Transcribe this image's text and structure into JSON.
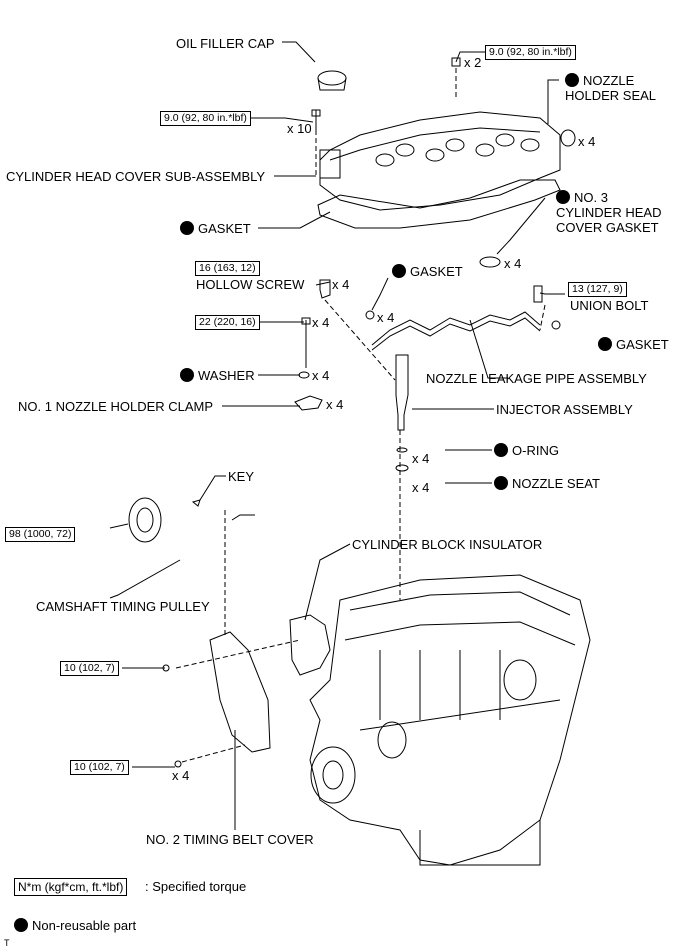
{
  "labels": {
    "oil_filler_cap": "OIL FILLER CAP",
    "nozzle_holder_seal": "NOZZLE HOLDER SEAL",
    "cyl_head_cover": "CYLINDER HEAD COVER SUB-ASSEMBLY",
    "gasket_top": "GASKET",
    "no3_gasket": "NO. 3 CYLINDER HEAD COVER GASKET",
    "gasket_mid": "GASKET",
    "hollow_screw": "HOLLOW SCREW",
    "union_bolt": "UNION BOLT",
    "gasket_right": "GASKET",
    "washer": "WASHER",
    "nozzle_leakage_pipe": "NOZZLE LEAKAGE PIPE ASSEMBLY",
    "no1_clamp": "NO. 1 NOZZLE HOLDER CLAMP",
    "injector": "INJECTOR ASSEMBLY",
    "o_ring": "O-RING",
    "nozzle_seat": "NOZZLE SEAT",
    "key": "KEY",
    "cyl_block_insulator": "CYLINDER BLOCK INSULATOR",
    "camshaft_pulley": "CAMSHAFT TIMING PULLEY",
    "no2_timing_cover": "NO. 2 TIMING BELT COVER"
  },
  "torques": {
    "t_top_right": "9.0 (92, 80 in.*lbf)",
    "t_head_bolt": "9.0 (92, 80 in.*lbf)",
    "t_hollow": "16 (163, 12)",
    "t_union": "13 (127, 9)",
    "t_clamp_bolt": "22 (220, 16)",
    "t_pulley": "98 (1000, 72)",
    "t_cover1": "10 (102, 7)",
    "t_cover2": "10 (102, 7)"
  },
  "quantities": {
    "q_top_right": "x 2",
    "q_head_bolt": "x 10",
    "q_nozzle_seal": "x 4",
    "q_no3_gasket": "x 4",
    "q_hollow": "x 4",
    "q_gasket_mid": "x 4",
    "q_clamp_bolt": "x 4",
    "q_washer": "x 4",
    "q_clamp": "x 4",
    "q_oring": "x 4",
    "q_seat": "x 4",
    "q_cover2": "x 4"
  },
  "legend": {
    "unit_box": "N*m (kgf*cm, ft.*lbf)",
    "unit_text": ": Specified torque",
    "nonreusable": "Non-reusable part"
  },
  "corner_mark": "T"
}
